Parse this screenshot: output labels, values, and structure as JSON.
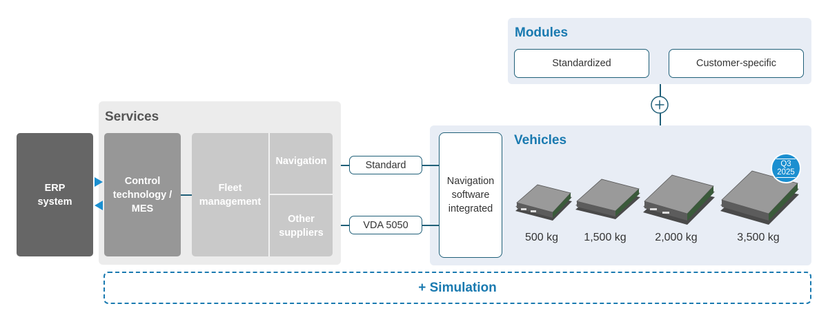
{
  "colors": {
    "accent_blue": "#1a7ab0",
    "connector": "#1f5f78",
    "panel_blue": "#e8edf5",
    "panel_gray": "#ececec",
    "erp_fill": "#666666",
    "control_fill": "#979797",
    "fleet_fill": "#c9c9c9",
    "badge_fill": "#1b8fd0"
  },
  "modules": {
    "title": "Modules",
    "items": [
      "Standardized",
      "Customer-specific"
    ],
    "join_icon": "plus-circle-icon"
  },
  "services": {
    "title": "Services",
    "erp": {
      "line1": "ERP",
      "line2": "system"
    },
    "control": {
      "line1": "Control",
      "line2": "technology /",
      "line3": "MES"
    },
    "fleet": {
      "line1": "Fleet",
      "line2": "management"
    },
    "navigation": "Navigation",
    "other_suppliers": {
      "line1": "Other",
      "line2": "suppliers"
    },
    "arrows": [
      "arrow-right-icon",
      "arrow-left-icon"
    ]
  },
  "interfaces": {
    "standard": "Standard",
    "vda": "VDA 5050",
    "nav_software": {
      "line1": "Navigation",
      "line2": "software",
      "line3": "integrated"
    }
  },
  "vehicles": {
    "title": "Vehicles",
    "items": [
      {
        "label": "500 kg"
      },
      {
        "label": "1,500 kg"
      },
      {
        "label": "2,000 kg"
      },
      {
        "label": "3,500 kg"
      }
    ],
    "badge": {
      "line1": "Q3",
      "line2": "2025"
    }
  },
  "simulation": {
    "label": "+ Simulation"
  }
}
